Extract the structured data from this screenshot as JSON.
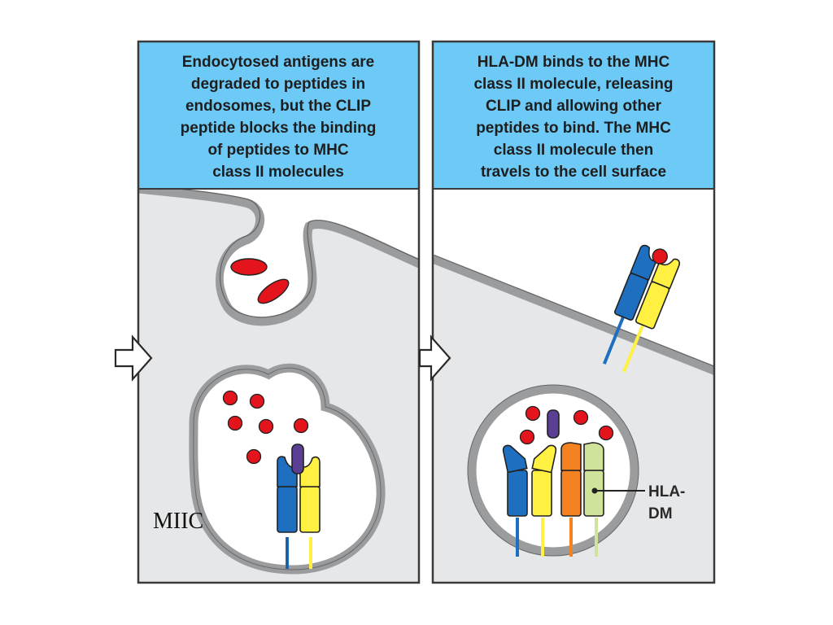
{
  "colors": {
    "header_fill": "#6dcaf6",
    "cell_fill": "#e6e7e8",
    "membrane": "#9b9c9e",
    "frame": "#3a3a3a",
    "peptide": "#e3141b",
    "mhc_alpha": "#1e6fc0",
    "mhc_beta": "#fff041",
    "clip": "#5b3f95",
    "hla_dm_alpha": "#f58220",
    "hla_dm_beta": "#cfe39a"
  },
  "panels": [
    {
      "caption_lines": [
        "Endocytosed antigens are",
        "degraded to peptides in",
        "endosomes, but the CLIP",
        "peptide blocks the binding",
        "of peptides to MHC",
        "class II molecules"
      ]
    },
    {
      "caption_lines": [
        "HLA-DM binds to the MHC",
        "class II molecule, releasing",
        "CLIP and allowing other",
        "peptides to bind. The MHC",
        "class II molecule then",
        "travels to the cell surface"
      ]
    }
  ],
  "labels": {
    "compartment": "MIIC",
    "hla_dm_line1": "HLA-",
    "hla_dm_line2": "DM"
  }
}
